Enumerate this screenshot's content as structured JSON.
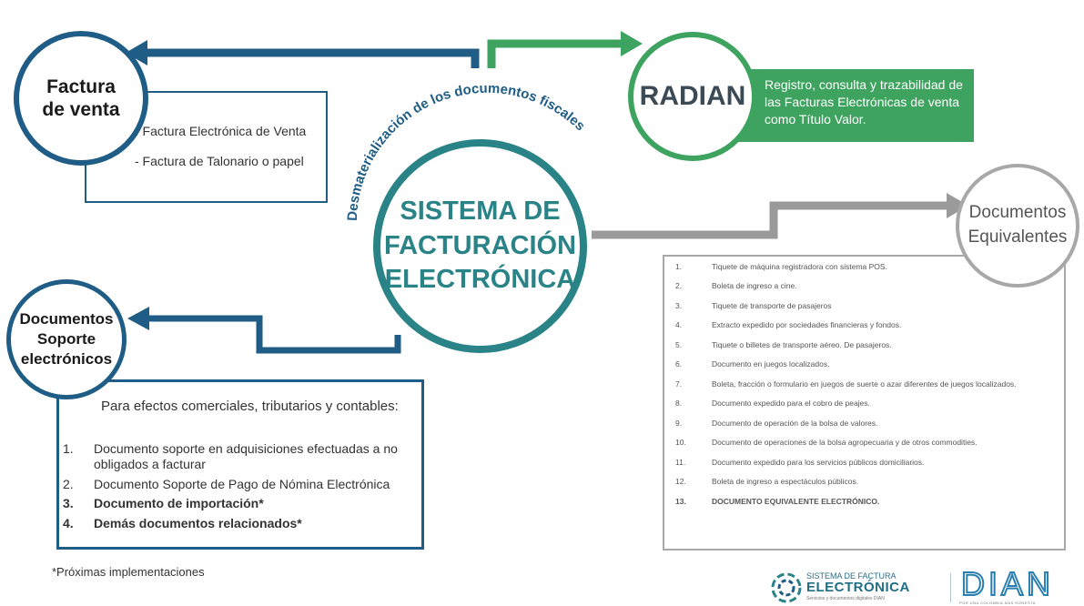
{
  "colors": {
    "blue": "#1f5d86",
    "green": "#3ea35f",
    "teal": "#2a8386",
    "gray": "#a8a8a8"
  },
  "center": {
    "title_lines": [
      "SISTEMA DE",
      "FACTURACIÓN",
      "ELECTRÓNICA"
    ],
    "arc_label": "Desmaterialización de los documentos fiscales"
  },
  "factura_venta": {
    "title_lines": [
      "Factura",
      "de venta"
    ],
    "items": [
      "- Factura Electrónica de Venta",
      "- Factura de Talonario o papel"
    ]
  },
  "radian": {
    "title": "RADIAN",
    "description": "Registro, consulta y trazabilidad de las Facturas Electrónicas de venta como Título Valor."
  },
  "doc_soporte": {
    "title_lines": [
      "Documentos",
      "Soporte",
      "electrónicos"
    ],
    "header": "Para efectos comerciales, tributarios y contables:",
    "items": [
      {
        "n": "1.",
        "text": "Documento soporte en adquisiciones efectuadas a no obligados a facturar",
        "bold": false
      },
      {
        "n": "2.",
        "text": "Documento Soporte de Pago de Nómina Electrónica",
        "bold": false
      },
      {
        "n": "3.",
        "text": "Documento de importación*",
        "bold": true
      },
      {
        "n": "4.",
        "text": "Demás documentos relacionados*",
        "bold": true
      }
    ]
  },
  "doc_equivalentes": {
    "title_lines": [
      "Documentos",
      "Equivalentes"
    ],
    "items": [
      {
        "n": "1.",
        "text": "Tiquete de máquina registradora con sistema POS.",
        "bold": false
      },
      {
        "n": "2.",
        "text": "Boleta de ingreso a cine.",
        "bold": false
      },
      {
        "n": "3.",
        "text": "Tiquete de transporte de pasajeros",
        "bold": false
      },
      {
        "n": "4.",
        "text": "Extracto expedido por sociedades financieras y fondos.",
        "bold": false
      },
      {
        "n": "5.",
        "text": "Tiquete o billetes de transporte aéreo. De pasajeros.",
        "bold": false
      },
      {
        "n": "6.",
        "text": "Documento en juegos localizados.",
        "bold": false
      },
      {
        "n": "7.",
        "text": "Boleta, fracción o formulario en juegos de suerte o azar diferentes de juegos localizados.",
        "bold": false
      },
      {
        "n": "8.",
        "text": "Documento expedido para el cobro de peajes.",
        "bold": false
      },
      {
        "n": "9.",
        "text": "Documento de operación de la bolsa de valores.",
        "bold": false
      },
      {
        "n": "10.",
        "text": "Documento de operaciones de la bolsa agropecuaria y de otros commodities.",
        "bold": false
      },
      {
        "n": "11.",
        "text": "Documento expedido para los servicios públicos domiciliarios.",
        "bold": false
      },
      {
        "n": "12.",
        "text": "Boleta de ingreso a espectáculos públicos.",
        "bold": false
      },
      {
        "n": "13.",
        "text": "DOCUMENTO EQUIVALENTE ELECTRÓNICO.",
        "bold": true
      }
    ]
  },
  "footnote": "*Próximas implementaciones",
  "logos": {
    "sfe_line1": "SISTEMA DE FACTURA",
    "sfe_line2": "ELECTRÓNICA",
    "sfe_line3": "Servicios y documentos digitales DIAN",
    "dian": "DIAN",
    "dian_tagline": "POR UNA COLOMBIA MÁS HONESTA"
  }
}
